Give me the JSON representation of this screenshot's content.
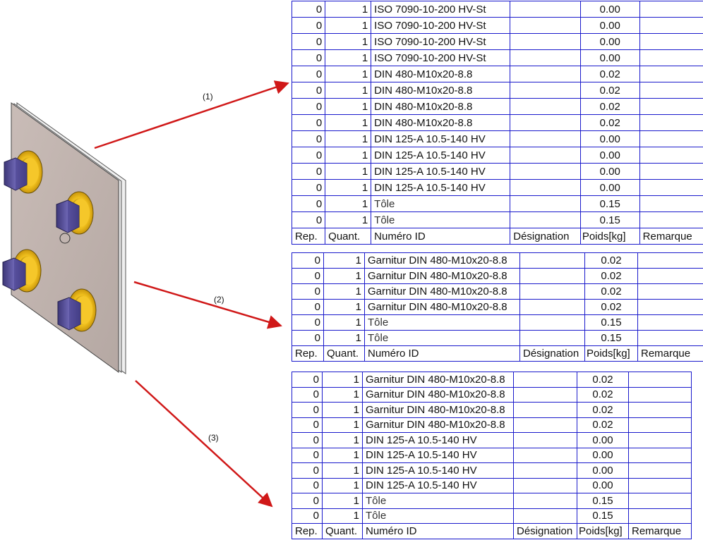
{
  "arrows": {
    "label_1": "(1)",
    "label_2": "(2)",
    "label_3": "(3)",
    "color": "#d01818"
  },
  "headers": {
    "rep": "Rep.",
    "quant": "Quant.",
    "numero": "Numéro ID",
    "designation": "Désignation",
    "poids": "Poids[kg]",
    "remarque": "Remarque"
  },
  "table1": {
    "rows": [
      {
        "rep": "0",
        "quant": "1",
        "numero": "ISO 7090-10-200 HV-St",
        "designation": "",
        "poids": "0.00",
        "remarque": ""
      },
      {
        "rep": "0",
        "quant": "1",
        "numero": "ISO 7090-10-200 HV-St",
        "designation": "",
        "poids": "0.00",
        "remarque": ""
      },
      {
        "rep": "0",
        "quant": "1",
        "numero": "ISO 7090-10-200 HV-St",
        "designation": "",
        "poids": "0.00",
        "remarque": ""
      },
      {
        "rep": "0",
        "quant": "1",
        "numero": "ISO 7090-10-200 HV-St",
        "designation": "",
        "poids": "0.00",
        "remarque": ""
      },
      {
        "rep": "0",
        "quant": "1",
        "numero": "DIN 480-M10x20-8.8",
        "designation": "",
        "poids": "0.02",
        "remarque": ""
      },
      {
        "rep": "0",
        "quant": "1",
        "numero": "DIN 480-M10x20-8.8",
        "designation": "",
        "poids": "0.02",
        "remarque": ""
      },
      {
        "rep": "0",
        "quant": "1",
        "numero": "DIN 480-M10x20-8.8",
        "designation": "",
        "poids": "0.02",
        "remarque": ""
      },
      {
        "rep": "0",
        "quant": "1",
        "numero": "DIN 480-M10x20-8.8",
        "designation": "",
        "poids": "0.02",
        "remarque": ""
      },
      {
        "rep": "0",
        "quant": "1",
        "numero": "DIN 125-A 10.5-140 HV",
        "designation": "",
        "poids": "0.00",
        "remarque": ""
      },
      {
        "rep": "0",
        "quant": "1",
        "numero": "DIN 125-A 10.5-140 HV",
        "designation": "",
        "poids": "0.00",
        "remarque": ""
      },
      {
        "rep": "0",
        "quant": "1",
        "numero": "DIN 125-A 10.5-140 HV",
        "designation": "",
        "poids": "0.00",
        "remarque": ""
      },
      {
        "rep": "0",
        "quant": "1",
        "numero": "DIN 125-A 10.5-140 HV",
        "designation": "",
        "poids": "0.00",
        "remarque": ""
      },
      {
        "rep": "0",
        "quant": "1",
        "numero": "Tôle",
        "designation": "",
        "poids": "0.15",
        "remarque": ""
      },
      {
        "rep": "0",
        "quant": "1",
        "numero": "Tôle",
        "designation": "",
        "poids": "0.15",
        "remarque": ""
      }
    ]
  },
  "table2": {
    "rows": [
      {
        "rep": "0",
        "quant": "1",
        "numero": "Garnitur DIN 480-M10x20-8.8",
        "designation": "",
        "poids": "0.02",
        "remarque": ""
      },
      {
        "rep": "0",
        "quant": "1",
        "numero": "Garnitur DIN 480-M10x20-8.8",
        "designation": "",
        "poids": "0.02",
        "remarque": ""
      },
      {
        "rep": "0",
        "quant": "1",
        "numero": "Garnitur DIN 480-M10x20-8.8",
        "designation": "",
        "poids": "0.02",
        "remarque": ""
      },
      {
        "rep": "0",
        "quant": "1",
        "numero": "Garnitur DIN 480-M10x20-8.8",
        "designation": "",
        "poids": "0.02",
        "remarque": ""
      },
      {
        "rep": "0",
        "quant": "1",
        "numero": "Tôle",
        "designation": "",
        "poids": "0.15",
        "remarque": ""
      },
      {
        "rep": "0",
        "quant": "1",
        "numero": "Tôle",
        "designation": "",
        "poids": "0.15",
        "remarque": ""
      }
    ]
  },
  "table3": {
    "rows": [
      {
        "rep": "0",
        "quant": "1",
        "numero": "Garnitur DIN 480-M10x20-8.8",
        "designation": "",
        "poids": "0.02",
        "remarque": ""
      },
      {
        "rep": "0",
        "quant": "1",
        "numero": "Garnitur DIN 480-M10x20-8.8",
        "designation": "",
        "poids": "0.02",
        "remarque": ""
      },
      {
        "rep": "0",
        "quant": "1",
        "numero": "Garnitur DIN 480-M10x20-8.8",
        "designation": "",
        "poids": "0.02",
        "remarque": ""
      },
      {
        "rep": "0",
        "quant": "1",
        "numero": "Garnitur DIN 480-M10x20-8.8",
        "designation": "",
        "poids": "0.02",
        "remarque": ""
      },
      {
        "rep": "0",
        "quant": "1",
        "numero": "DIN 125-A 10.5-140 HV",
        "designation": "",
        "poids": "0.00",
        "remarque": ""
      },
      {
        "rep": "0",
        "quant": "1",
        "numero": "DIN 125-A 10.5-140 HV",
        "designation": "",
        "poids": "0.00",
        "remarque": ""
      },
      {
        "rep": "0",
        "quant": "1",
        "numero": "DIN 125-A 10.5-140 HV",
        "designation": "",
        "poids": "0.00",
        "remarque": ""
      },
      {
        "rep": "0",
        "quant": "1",
        "numero": "DIN 125-A 10.5-140 HV",
        "designation": "",
        "poids": "0.00",
        "remarque": ""
      },
      {
        "rep": "0",
        "quant": "1",
        "numero": "Tôle",
        "designation": "",
        "poids": "0.15",
        "remarque": ""
      },
      {
        "rep": "0",
        "quant": "1",
        "numero": "Tôle",
        "designation": "",
        "poids": "0.15",
        "remarque": ""
      }
    ]
  }
}
